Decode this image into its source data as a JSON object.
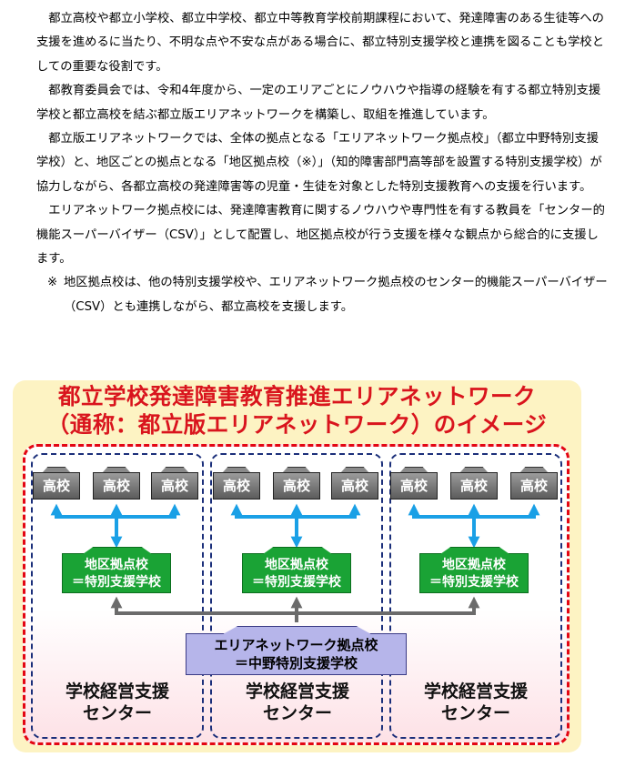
{
  "paragraphs": [
    "都立高校や都立小学校、都立中学校、都立中等教育学校前期課程において、発達障害のある生徒等への支援を進めるに当たり、不明な点や不安な点がある場合に、都立特別支援学校と連携を図ることも学校としての重要な役割です。",
    "都教育委員会では、令和4年度から、一定のエリアごとにノウハウや指導の経験を有する都立特別支援学校と都立高校を結ぶ都立版エリアネットワークを構築し、取組を推進しています。",
    "都立版エリアネットワークでは、全体の拠点となる「エリアネットワーク拠点校」（都立中野特別支援学校）と、地区ごとの拠点となる「地区拠点校（※）」（知的障害部門高等部を設置する特別支援学校）が協力しながら、各都立高校の発達障害等の児童・生徒を対象とした特別支援教育への支援を行います。",
    "エリアネットワーク拠点校には、発達障害教育に関するノウハウや専門性を有する教員を「センター的機能スーパーバイザー（CSV）」として配置し、地区拠点校が行う支援を様々な観点から総合的に支援します。"
  ],
  "note": {
    "mark": "※",
    "text": "地区拠点校は、他の特別支援学校や、エリアネットワーク拠点校のセンター的機能スーパーバイザー（CSV）とも連携しながら、都立高校を支援します。"
  },
  "figure": {
    "title_line1": "都立学校発達障害教育推進エリアネットワーク",
    "title_line2": "（通称：都立版エリアネットワーク）のイメージ",
    "school_label": "高校",
    "hub_line1": "地区拠点校",
    "hub_line2": "＝特別支援学校",
    "network_line1": "エリアネットワーク拠点校",
    "network_line2": "＝中野特別支援学校",
    "center_line1": "学校経営支援",
    "center_line2": "センター",
    "colors": {
      "title": "#d9141d",
      "outer_frame": "#e30613",
      "region_frame": "#1b2f7a",
      "hub": "#1aa335",
      "network": "#b6b5ea",
      "school": "#7a7a7a",
      "arrow_blue": "#1aa0e6",
      "arrow_gray": "#6b6b6b"
    }
  }
}
